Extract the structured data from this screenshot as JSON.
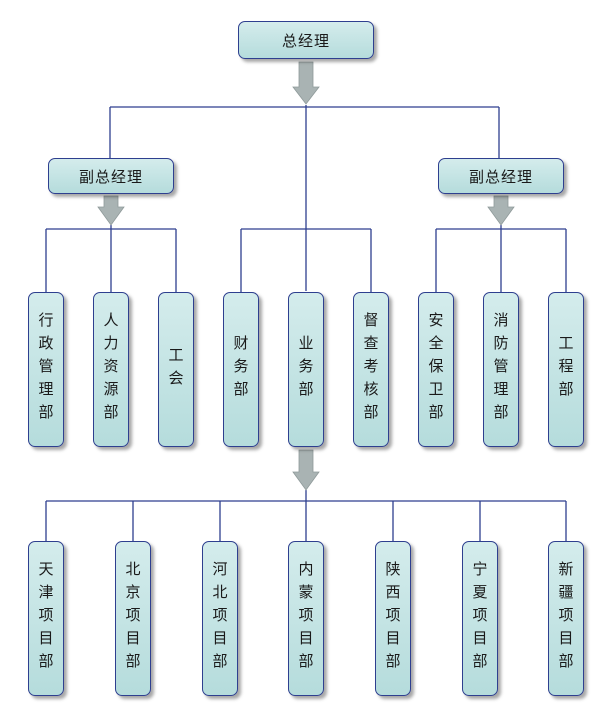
{
  "org": {
    "ceo": "总经理",
    "vp_left": "副总经理",
    "vp_right": "副总经理",
    "dept_admin": "行政管理部",
    "dept_hr": "人力资源部",
    "dept_union": "工会",
    "dept_finance": "财务部",
    "dept_business": "业务部",
    "dept_audit": "督查考核部",
    "dept_safety": "安全保卫部",
    "dept_fire": "消防管理部",
    "dept_engineering": "工程部",
    "proj_tianjin": "天津项目部",
    "proj_beijing": "北京项目部",
    "proj_hebei": "河北项目部",
    "proj_neimeng": "内蒙项目部",
    "proj_shaanxi": "陕西项目部",
    "proj_ningxia": "宁夏项目部",
    "proj_xinjiang": "新疆项目部"
  },
  "colors": {
    "box_fill_top": "#d4ecec",
    "box_fill_bottom": "#b5dcdc",
    "box_border": "#2e3f8f",
    "connector_line": "#2e3f8f",
    "arrow_fill": "#a9b3b3"
  }
}
